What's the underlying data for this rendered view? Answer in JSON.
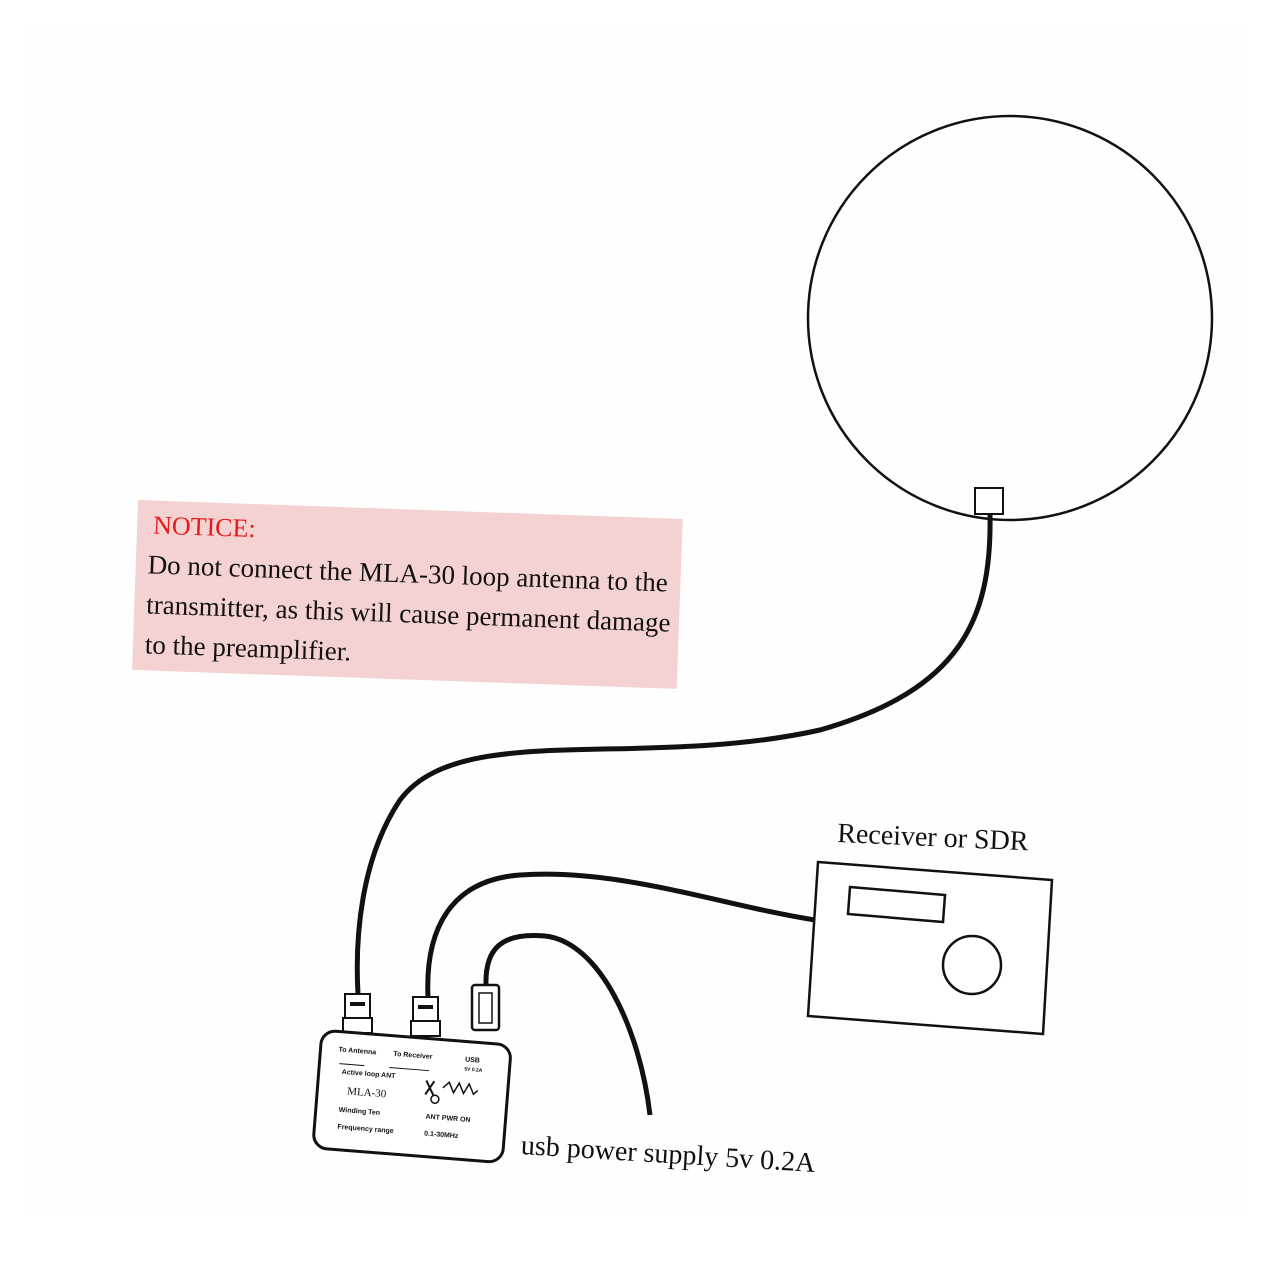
{
  "notice": {
    "title": "NOTICE:",
    "body": "Do not connect the MLA-30 loop antenna to the transmitter, as this will cause permanent damage to the preamplifier."
  },
  "labels": {
    "receiver": "Receiver or SDR",
    "usb": "usb power supply 5v 0.2A"
  },
  "device_panel": {
    "to_antenna": "To Antenna",
    "to_receiver": "To Receiver",
    "usb": "USB",
    "usb_sub": "5V 0.2A",
    "product": "Active loop ANT",
    "model": "MLA-30",
    "winding": "Winding Ten",
    "pwr": "ANT PWR ON",
    "freq_label": "Frequency range",
    "freq_value": "0.1-30MHz"
  },
  "colors": {
    "notice_bg": "#f5d2d2",
    "notice_title": "#e61a1a",
    "line": "#111111"
  }
}
